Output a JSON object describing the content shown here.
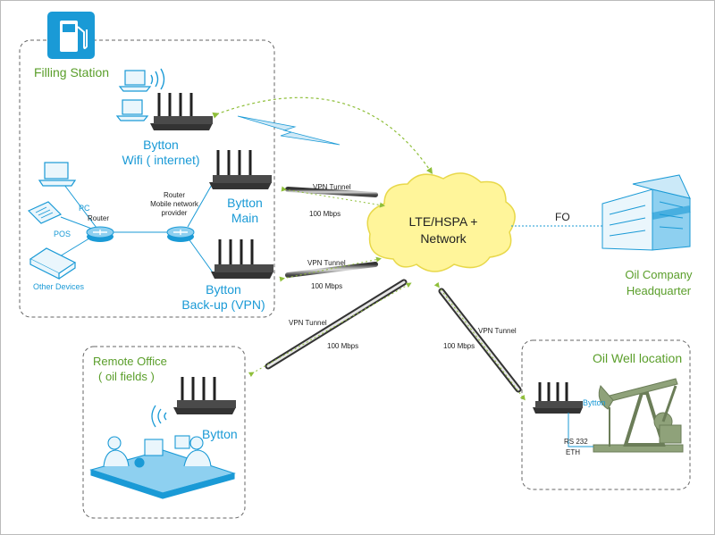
{
  "sites": {
    "filling_station": "Filling Station",
    "remote_office": [
      "Remote Office",
      "( oil fields )"
    ],
    "oil_well": "Oil Well location",
    "headquarter": [
      "Oil Company",
      "Headquarter"
    ]
  },
  "devices": {
    "bytton_wifi": [
      "Bytton",
      "Wifi ( internet)"
    ],
    "bytton_main": [
      "Bytton",
      "Main"
    ],
    "bytton_backup": [
      "Bytton",
      "Back-up (VPN)"
    ],
    "bytton_remote": "Bytton",
    "bytton_well": "Bytton",
    "router_left": "Router",
    "router_provider": [
      "Router",
      "Mobile network",
      "provider"
    ],
    "pc": "PC",
    "pos": "POS",
    "other_devices": "Other Devices"
  },
  "network": {
    "cloud": [
      "LTE/HSPA +",
      "Network"
    ],
    "fo": "FO",
    "links": [
      {
        "label": "VPN Tunnel",
        "speed": "100 Mbps"
      },
      {
        "label": "VPN Tunnel",
        "speed": "100 Mbps"
      },
      {
        "label": "VPN Tunnel",
        "speed": "100 Mbps"
      },
      {
        "label": "VPN Tunnel",
        "speed": "100 Mbps"
      }
    ],
    "serial": [
      "RS 232",
      "ETH"
    ]
  },
  "colors": {
    "blue": "#1a9ad6",
    "green": "#5a9e2a",
    "cloud": "#fff59a",
    "dashed_box": "#666666",
    "wifi_link": "#8fbf3a"
  }
}
